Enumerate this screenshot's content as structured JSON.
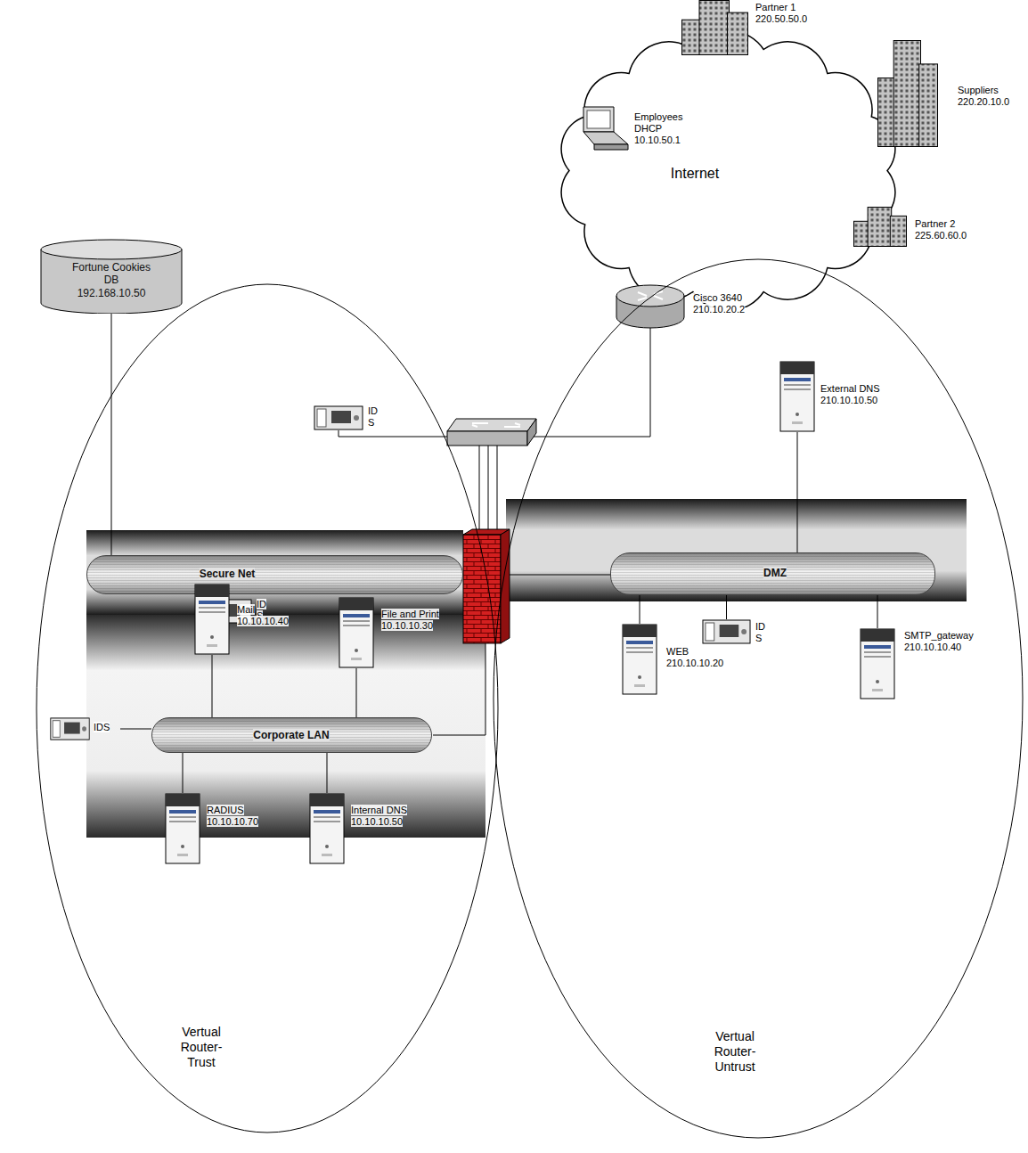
{
  "diagram": {
    "nodes": [
      {
        "text": [
          "Internet"
        ]
      },
      {
        "text": [
          "Employees DHCP 10.10.50.1"
        ],
        "in": 0
      },
      {
        "text": [
          "Partner 1 220.50.50.0"
        ]
      },
      {
        "text": [
          "Suppliers 220.20.10.0"
        ]
      },
      {
        "text": [
          "Partner 2 225.60.60.0"
        ]
      },
      {
        "text": [
          "Cisco 3640 210.10.20.2"
        ]
      },
      {
        "text": [
          "ID S"
        ]
      },
      {
        "text": [
          "Vertual Router- Trust"
        ]
      },
      {
        "text": [
          "Vertual Router- Untrust"
        ]
      },
      {
        "text": [
          "Fortune Cookies DB 192.168.10.50"
        ]
      },
      {
        "text": [
          "Secure Net"
        ],
        "in": 7
      },
      {
        "text": [
          "ID S"
        ],
        "in": 7
      },
      {
        "text": [
          "Mail 10.10.10.40"
        ],
        "in": 7
      },
      {
        "text": [
          "File and Print 10.10.10.30"
        ],
        "in": 7
      },
      {
        "text": [
          "IDS"
        ],
        "in": 7
      },
      {
        "text": [
          "Corporate LAN"
        ],
        "in": 7
      },
      {
        "text": [
          "RADIUS 10.10.10.70"
        ],
        "in": 7
      },
      {
        "text": [
          "Internal DNS 10.10.10.50"
        ],
        "in": 7
      },
      {
        "text": [
          "External DNS 210.10.10.50"
        ],
        "in": 8
      },
      {
        "text": [
          "DMZ"
        ],
        "in": 8
      },
      {
        "text": [
          "ID S"
        ],
        "in": 8
      },
      {
        "text": [
          "WEB 210.10.10.20"
        ],
        "in": 8
      },
      {
        "text": [
          "SMTP_gateway 210.10.10.40"
        ],
        "in": 8
      }
    ],
    "edges": [
      {
        "from": 9,
        "to": 10,
        "arrow": "none"
      },
      {
        "from": 11,
        "to": 10,
        "arrow": "none"
      },
      {
        "from": 12,
        "to": 15,
        "arrow": "none"
      },
      {
        "from": 13,
        "to": 15,
        "arrow": "none"
      },
      {
        "from": 14,
        "to": 15,
        "arrow": "none"
      },
      {
        "from": 16,
        "to": 15,
        "arrow": "none"
      },
      {
        "from": 17,
        "to": 15,
        "arrow": "none"
      },
      {
        "from": 18,
        "to": 19,
        "arrow": "none"
      },
      {
        "from": 20,
        "to": 19,
        "arrow": "none"
      },
      {
        "from": 21,
        "to": 19,
        "arrow": "none"
      },
      {
        "from": 22,
        "to": 19,
        "arrow": "none"
      }
    ]
  }
}
